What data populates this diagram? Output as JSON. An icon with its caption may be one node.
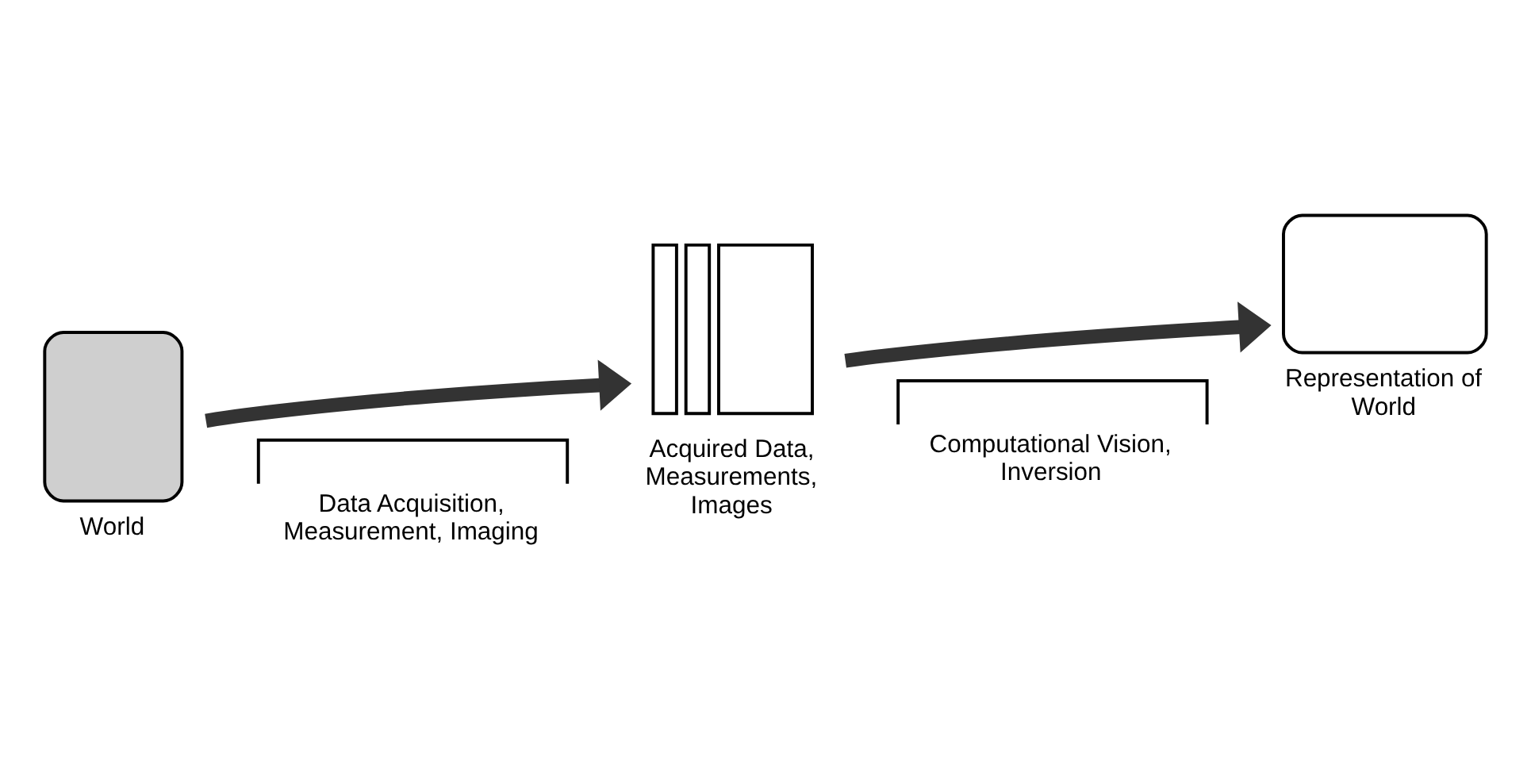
{
  "diagram": {
    "nodes": [
      {
        "text": [
          "World"
        ]
      },
      {
        "text": [
          "Acquired Data, Measurements, Images"
        ]
      },
      {
        "text": [
          "Representation of World"
        ]
      }
    ],
    "edges": [
      {
        "from": 0,
        "to": 1,
        "arrow": "to"
      },
      {
        "from": 1,
        "to": 2,
        "arrow": "to"
      }
    ],
    "labels": [
      "Data Acquisition, Measurement, Imaging",
      "Computational Vision, Inversion"
    ]
  }
}
